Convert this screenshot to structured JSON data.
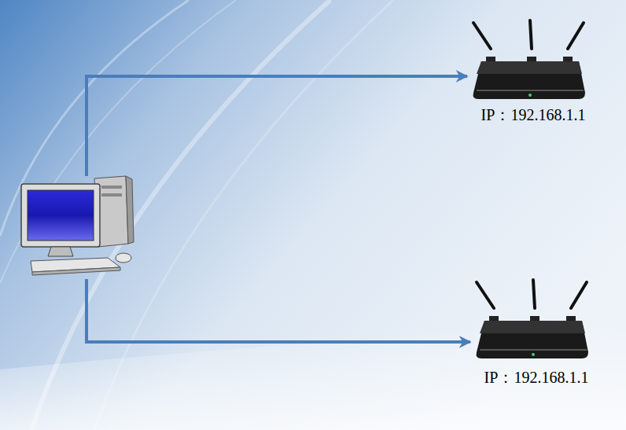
{
  "diagram": {
    "nodes": [
      {
        "text": []
      },
      {
        "text": [
          "IP：192.168.1.1"
        ]
      },
      {
        "text": [
          "IP：192.168.1.1"
        ]
      }
    ],
    "edges": [
      {
        "from": 0,
        "to": 1,
        "arrow": "to"
      },
      {
        "from": 0,
        "to": 2,
        "arrow": "to"
      }
    ]
  }
}
